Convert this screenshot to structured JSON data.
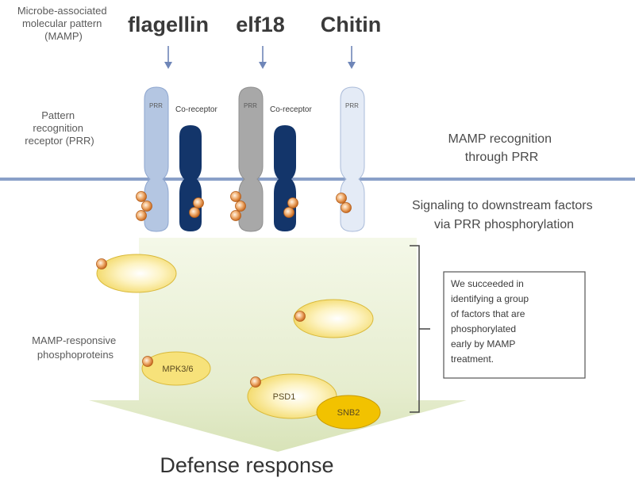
{
  "mamp_label": [
    "Microbe-associated",
    "molecular pattern",
    "(MAMP)"
  ],
  "ligands": [
    "flagellin",
    "elf18",
    "Chitin"
  ],
  "prr_label": [
    "Pattern",
    "recognition",
    "receptor (PRR)"
  ],
  "receptors": {
    "prr_tag": "PRR",
    "coreceptor": "Co-receptor"
  },
  "mamp_recognition": [
    "MAMP recognition",
    "through PRR"
  ],
  "signaling": [
    "Signaling to downstream factors",
    "via PRR phosphorylation"
  ],
  "phosphoproteins_label": [
    "MAMP-responsive",
    "phosphoproteins"
  ],
  "proteins": [
    "MPK3/6",
    "PSD1",
    "SNB2"
  ],
  "result_box": [
    "We succeeded in",
    "identifying a group",
    "of factors that are",
    "phosphorylated",
    "early by MAMP",
    "treatment."
  ],
  "defense": "Defense response",
  "colors": {
    "prr_flagellin": "#b4c6e2",
    "prr_elf18": "#a8a8a8",
    "prr_chitin": "#e4ebf6",
    "coreceptor": "#13356a",
    "membrane": "#8aa0c8",
    "phospho": "#c8691e",
    "protein": "#f2d760"
  }
}
